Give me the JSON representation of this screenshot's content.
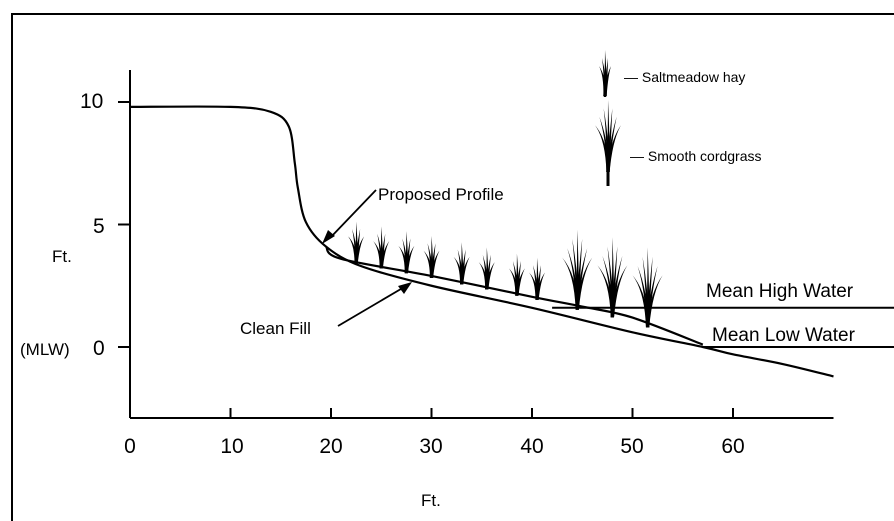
{
  "y_axis": {
    "ticks": [
      "10",
      "5",
      "0"
    ],
    "title": "Ft.",
    "zero_label": "(MLW)"
  },
  "x_axis": {
    "ticks": [
      "0",
      "10",
      "20",
      "30",
      "40",
      "50",
      "60"
    ],
    "title": "Ft."
  },
  "annotations": {
    "proposed_profile": "Proposed Profile",
    "clean_fill": "Clean Fill",
    "mean_high_water": "Mean High Water",
    "mean_low_water": "Mean Low Water"
  },
  "legend": {
    "saltmeadow": "— Saltmeadow hay",
    "cordgrass": "— Smooth cordgrass"
  },
  "plants": {
    "saltmeadow_hay_x_ft": [
      22.5,
      25,
      27.5,
      30,
      33,
      35.5,
      38.5,
      40.5
    ],
    "smooth_cordgrass_x_ft": [
      44.5,
      48,
      51.5
    ]
  },
  "chart_data": {
    "type": "line",
    "xlabel": "Ft.",
    "ylabel": "Ft.",
    "xlim": [
      0,
      70
    ],
    "ylim": [
      -3,
      11
    ],
    "x_ticks": [
      0,
      10,
      20,
      30,
      40,
      50,
      60
    ],
    "y_ticks": [
      0,
      5,
      10
    ],
    "series": [
      {
        "points": [
          [
            0,
            9.8
          ],
          [
            10,
            9.8
          ],
          [
            14,
            9.6
          ],
          [
            15.8,
            9.0
          ],
          [
            16.4,
            7.5
          ],
          [
            16.7,
            6.5
          ],
          [
            17.5,
            5.1
          ],
          [
            19.5,
            4.1
          ],
          [
            23,
            3.3
          ],
          [
            30,
            2.5
          ],
          [
            40,
            1.6
          ],
          [
            50,
            0.6
          ],
          [
            57,
            0.0
          ],
          [
            60,
            -0.3
          ],
          [
            65,
            -0.7
          ],
          [
            70,
            -1.2
          ]
        ]
      },
      {
        "points": [
          [
            19.5,
            4.1
          ],
          [
            21,
            3.6
          ],
          [
            30,
            2.9
          ],
          [
            40,
            2.05
          ],
          [
            45,
            1.65
          ],
          [
            50,
            1.2
          ],
          [
            57,
            0.1
          ]
        ]
      }
    ],
    "reference_lines": [
      {
        "name": "Mean High Water",
        "y": 1.6,
        "x_start": 42
      },
      {
        "name": "Mean Low Water",
        "y": 0,
        "x_start": 57
      }
    ]
  }
}
